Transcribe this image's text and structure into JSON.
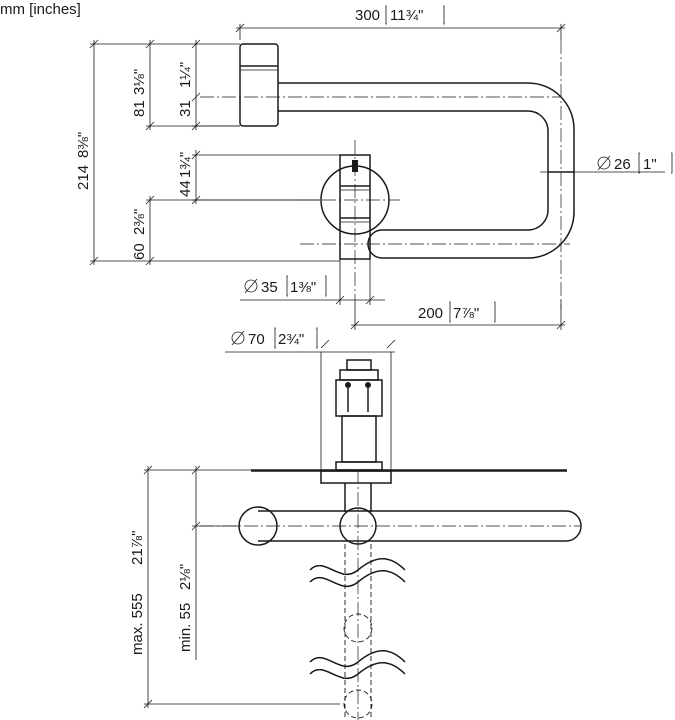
{
  "units_label": "mm [inches]",
  "dimensions": {
    "width_top": "300",
    "width_top_in": "11¾\"",
    "height_total": "214",
    "height_total_in": "8⅜\"",
    "head_height": "81",
    "head_height_in": "3⅛\"",
    "spout_offset": "31",
    "spout_offset_in": "1¼\"",
    "handle_height": "44",
    "handle_height_in": "1¾\"",
    "base_height": "60",
    "base_height_in": "2⅜\"",
    "pipe_diameter": "26",
    "pipe_diameter_in": "1\"",
    "body_diameter": "35",
    "body_diameter_in": "1⅜\"",
    "reach": "200",
    "reach_in": "7⅞\"",
    "rosette_diameter": "70",
    "rosette_diameter_in": "2¾\"",
    "max_length": "max. 555",
    "max_length_in": "21⅞\"",
    "min_length": "min. 55",
    "min_length_in": "2⅛\""
  },
  "colors": {
    "ink": "#1a1a1a",
    "background": "#ffffff"
  }
}
